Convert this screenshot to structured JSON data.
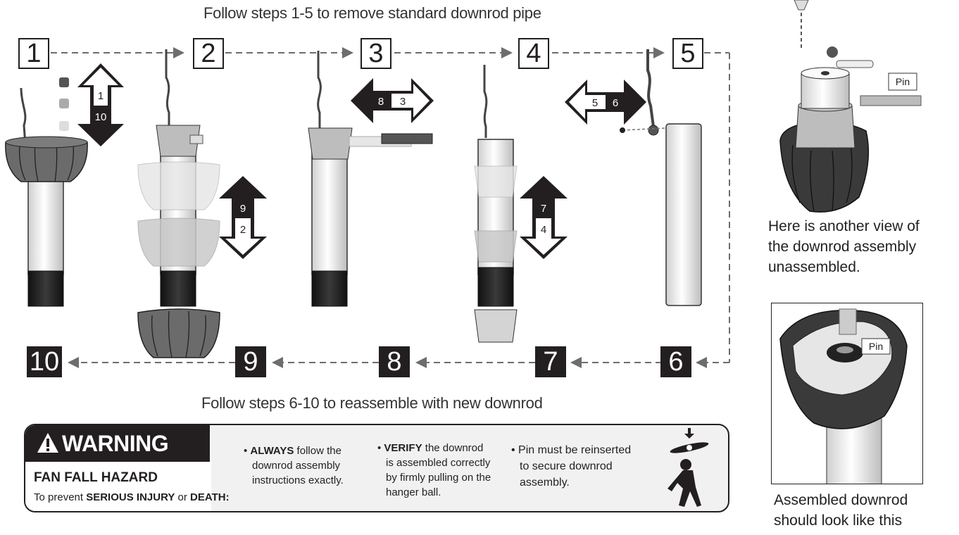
{
  "top_caption": "Follow steps 1-5 to remove standard downrod pipe",
  "bottom_caption": "Follow steps 6-10 to reassemble with new downrod",
  "steps_top": [
    "1",
    "2",
    "3",
    "4",
    "5"
  ],
  "steps_bottom": [
    "10",
    "9",
    "8",
    "7",
    "6"
  ],
  "arrow_labels": {
    "a1": [
      "1",
      "10"
    ],
    "a2": [
      "9",
      "2"
    ],
    "a3": [
      "8",
      "3"
    ],
    "a4": [
      "7",
      "4"
    ],
    "a5": [
      "5",
      "6"
    ]
  },
  "side": {
    "pin_label_top": "Pin",
    "pin_label_bottom": "Pin",
    "view_text": [
      "Here is another view of",
      "the downrod assembly",
      "unassembled."
    ],
    "assembled_text": [
      "Assembled downrod",
      "should look like this"
    ]
  },
  "warning": {
    "title": "WARNING",
    "hazard": "FAN FALL HAZARD",
    "prevent_pre": "To prevent ",
    "prevent_bold": "SERIOUS INJURY",
    "prevent_mid": " or ",
    "prevent_bold2": "DEATH:",
    "b1_bold": "ALWAYS",
    "b1_rest1": " follow the",
    "b1_rest2": "downrod assembly",
    "b1_rest3": "instructions exactly.",
    "b2_bold": "VERIFY",
    "b2_rest1": " the downrod",
    "b2_rest2": "is assembled correctly",
    "b2_rest3": "by firmly pulling on the",
    "b2_rest4": "hanger ball.",
    "b3_l1": "Pin must be reinserted",
    "b3_l2": "to secure downrod",
    "b3_l3": "assembly."
  },
  "colors": {
    "ink": "#231f20",
    "rod_dark": "#231f20",
    "canopy": "#6d6d6d",
    "ghost": "#d9d9d9"
  }
}
